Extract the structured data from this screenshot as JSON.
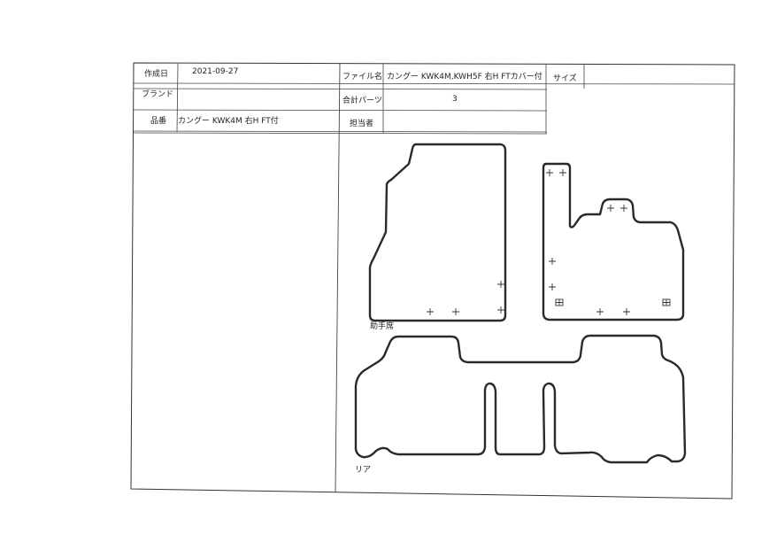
{
  "header": {
    "created_label": "作成日",
    "created_value": "2021-09-27",
    "file_label": "ファイル名",
    "file_value": "カングー KWK4M,KWH5F 右H FTカバー付",
    "size_label": "サイズ",
    "size_value": "",
    "brand_label": "ブランド",
    "brand_value": "",
    "parts_label": "合計パーツ",
    "parts_value": "3",
    "product_label": "品番",
    "product_value": "カングー KWK4M 右H FT付",
    "person_label": "担当者",
    "person_value": ""
  },
  "diagram": {
    "passenger_label": "助手席",
    "rear_label": "リア"
  }
}
